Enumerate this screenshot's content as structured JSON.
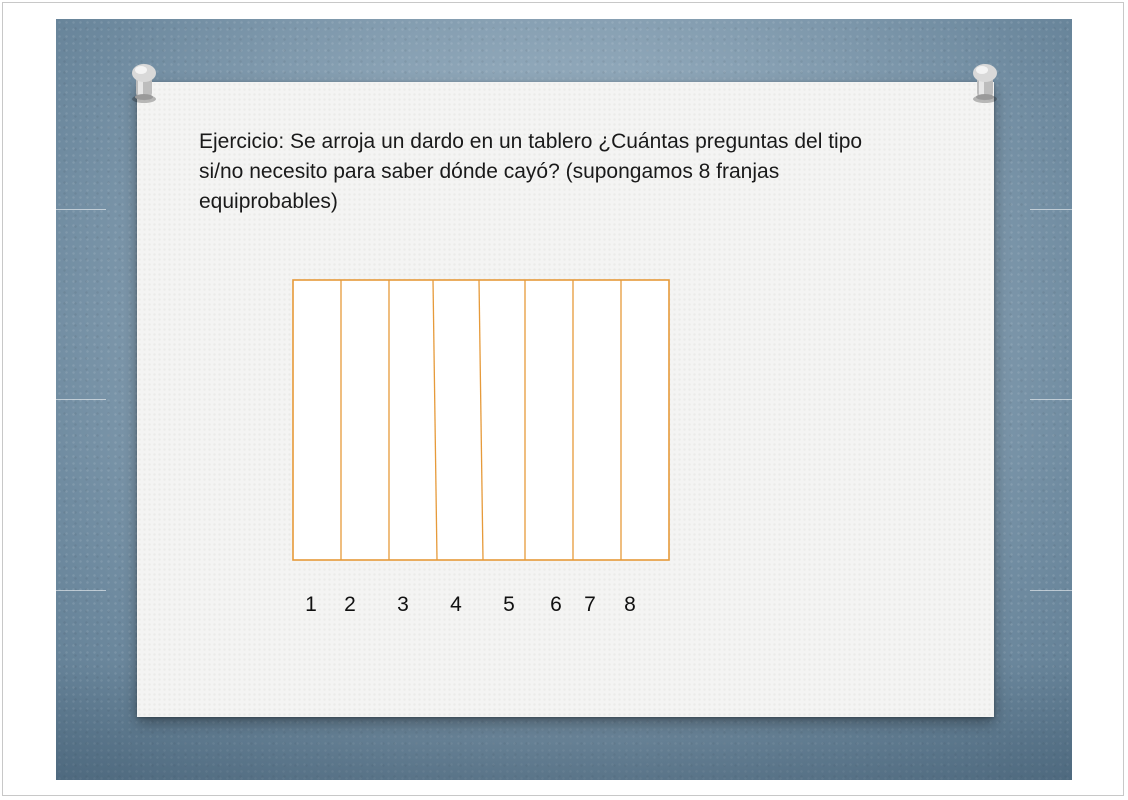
{
  "slide": {
    "exercise_text": "Ejercicio: Se arroja un dardo en un tablero ¿Cuántas preguntas del tipo\nsi/no necesito para saber dónde cayó? (supongamos 8 franjas\nequiprobables)",
    "board": {
      "border_color": "#e69a3a",
      "fill_color": "#ffffff",
      "strips": 8,
      "strip_labels": [
        "1",
        "2",
        "3",
        "4",
        "5",
        "6",
        "7",
        "8"
      ]
    }
  },
  "colors": {
    "background": "#8ea6b8",
    "paper": "#f4f4f3",
    "pin": "#d9d9d9"
  },
  "icons": [
    "thumbtack-icon-left",
    "thumbtack-icon-right"
  ]
}
